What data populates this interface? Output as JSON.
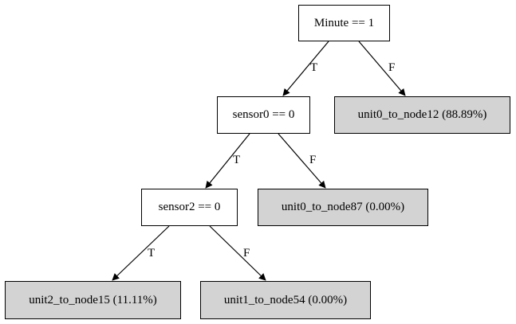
{
  "colors": {
    "decision_fill": "#ffffff",
    "leaf_fill": "#d3d3d3",
    "stroke": "#000000"
  },
  "nodes": {
    "root": {
      "label": "Minute == 1",
      "kind": "decision"
    },
    "sensor0": {
      "label": "sensor0 == 0",
      "kind": "decision"
    },
    "leaf_node12": {
      "label": "unit0_to_node12 (88.89%)",
      "kind": "leaf"
    },
    "sensor2": {
      "label": "sensor2 == 0",
      "kind": "decision"
    },
    "leaf_node87": {
      "label": "unit0_to_node87 (0.00%)",
      "kind": "leaf"
    },
    "leaf_node15": {
      "label": "unit2_to_node15 (11.11%)",
      "kind": "leaf"
    },
    "leaf_node54": {
      "label": "unit1_to_node54 (0.00%)",
      "kind": "leaf"
    }
  },
  "edges": [
    {
      "from": "root",
      "to": "sensor0",
      "label": "T"
    },
    {
      "from": "root",
      "to": "leaf_node12",
      "label": "F"
    },
    {
      "from": "sensor0",
      "to": "sensor2",
      "label": "T"
    },
    {
      "from": "sensor0",
      "to": "leaf_node87",
      "label": "F"
    },
    {
      "from": "sensor2",
      "to": "leaf_node15",
      "label": "T"
    },
    {
      "from": "sensor2",
      "to": "leaf_node54",
      "label": "F"
    }
  ]
}
